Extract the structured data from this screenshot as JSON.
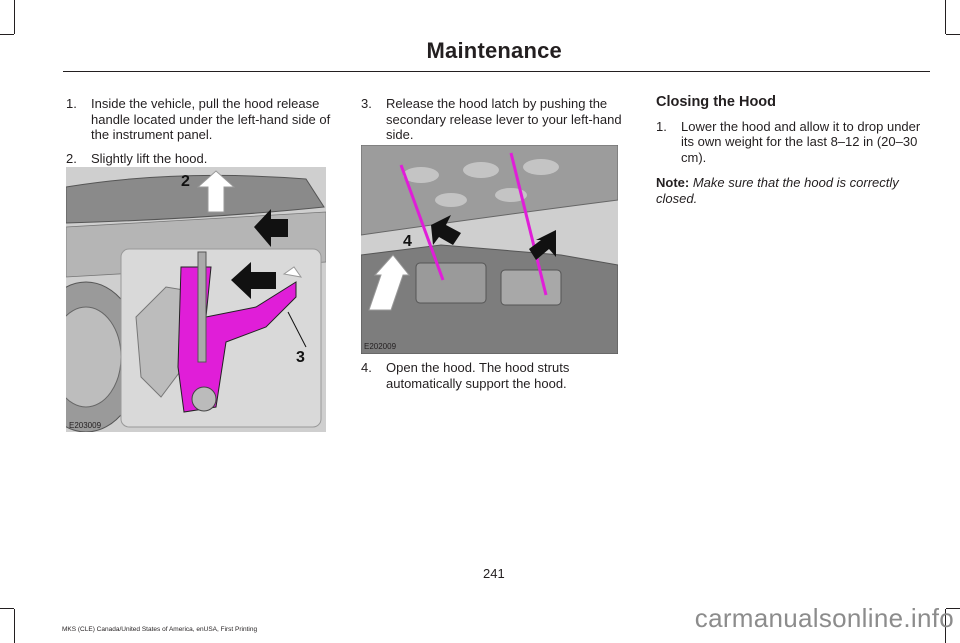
{
  "header": {
    "title": "Maintenance"
  },
  "column1": {
    "steps": [
      {
        "num": "1.",
        "text": "Inside the vehicle, pull the hood release handle located under the left-hand side of the instrument panel."
      },
      {
        "num": "2.",
        "text": "Slightly lift the hood."
      }
    ],
    "figure": {
      "code": "E203009",
      "callouts": [
        "2",
        "3"
      ]
    }
  },
  "column2": {
    "steps": [
      {
        "num": "3.",
        "text": "Release the hood latch by pushing the secondary release lever to your left-hand side."
      },
      {
        "num": "4.",
        "text": "Open the hood. The hood struts automatically support the hood."
      }
    ],
    "figure": {
      "code": "E202009",
      "callouts": [
        "4"
      ]
    }
  },
  "column3": {
    "heading": "Closing the Hood",
    "steps": [
      {
        "num": "1.",
        "text": "Lower the hood and allow it to drop under its own weight for the last 8–12 in (20–30 cm)."
      }
    ],
    "note_label": "Note:",
    "note_text": "Make sure that the hood is correctly closed."
  },
  "page_number": "241",
  "footer": "MKS (CLE) Canada/United States of America, enUSA, First Printing",
  "watermark": "carmanualsonline.info",
  "colors": {
    "highlight": "#e01ed8",
    "text": "#231f20",
    "figure_bg": "#cfcfcf"
  }
}
